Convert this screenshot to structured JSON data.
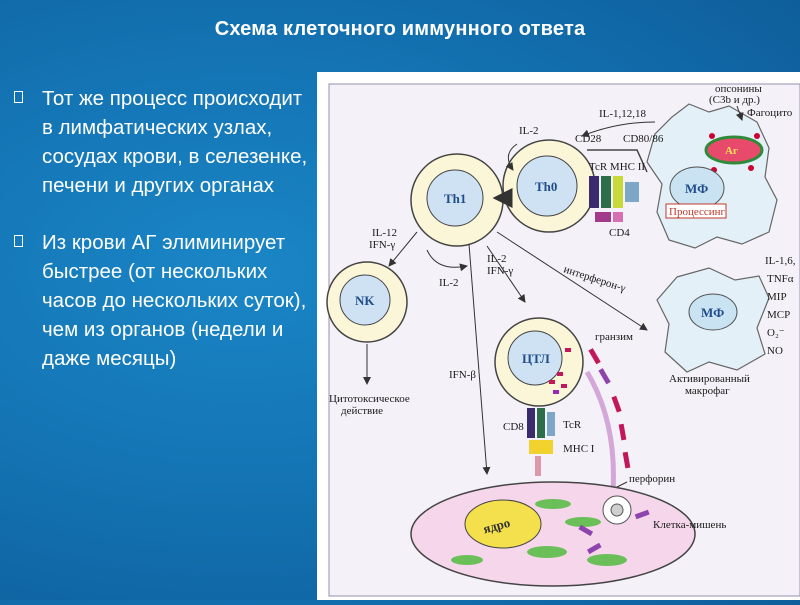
{
  "title": "Схема клеточного иммунного ответа",
  "bullets": [
    "Тот же процесс происходит в лимфатических узлах, сосудах крови, в селезенке, печени и других органах",
    "Из крови АГ элиминирует быстрее (от нескольких часов до нескольких суток), чем из органов (недели и даже месяцы)"
  ],
  "diagram": {
    "cells": {
      "th1": "Th1",
      "th0": "Th0",
      "nk": "NK",
      "ctl": "ЦТЛ",
      "mf1": "МФ",
      "mf2": "МФ",
      "ag": "Аг",
      "nucleus": "ядро"
    },
    "labels": {
      "opsonins": "опсонины",
      "opsonins2": "(C3b и др.)",
      "phagocyte": "Фагоцито",
      "il_1_12_18": "IL-1,12,18",
      "il2_top": "IL-2",
      "cd28": "CD28",
      "cd80_86": "CD80/86",
      "tcr_mhc2": "TcR MHC II",
      "processing": "Процессинг",
      "cd4": "CD4",
      "il12": "IL-12",
      "ifn_g_left": "IFN-γ",
      "il2_mid": "IL-2",
      "ifn_g_mid": "IFN-γ",
      "il2_low": "IL-2",
      "interferon_g": "интерферон-γ",
      "act_il": "IL-1,6,",
      "act_tnf": "TNFα",
      "act_mip": "MIP",
      "act_mcp": "MCP",
      "act_o2": "O₂⁻",
      "act_no": "NO",
      "act_mac1": "Активированный",
      "act_mac2": "макрофаг",
      "granzyme": "гранзим",
      "ifn_b": "IFN-β",
      "cytotoxic1": "Цитотоксическое",
      "cytotoxic2": "действие",
      "cd8": "CD8",
      "tcr": "TcR",
      "mhc1": "MHC I",
      "perforin": "перфорин",
      "target": "Клетка-мишень"
    }
  }
}
